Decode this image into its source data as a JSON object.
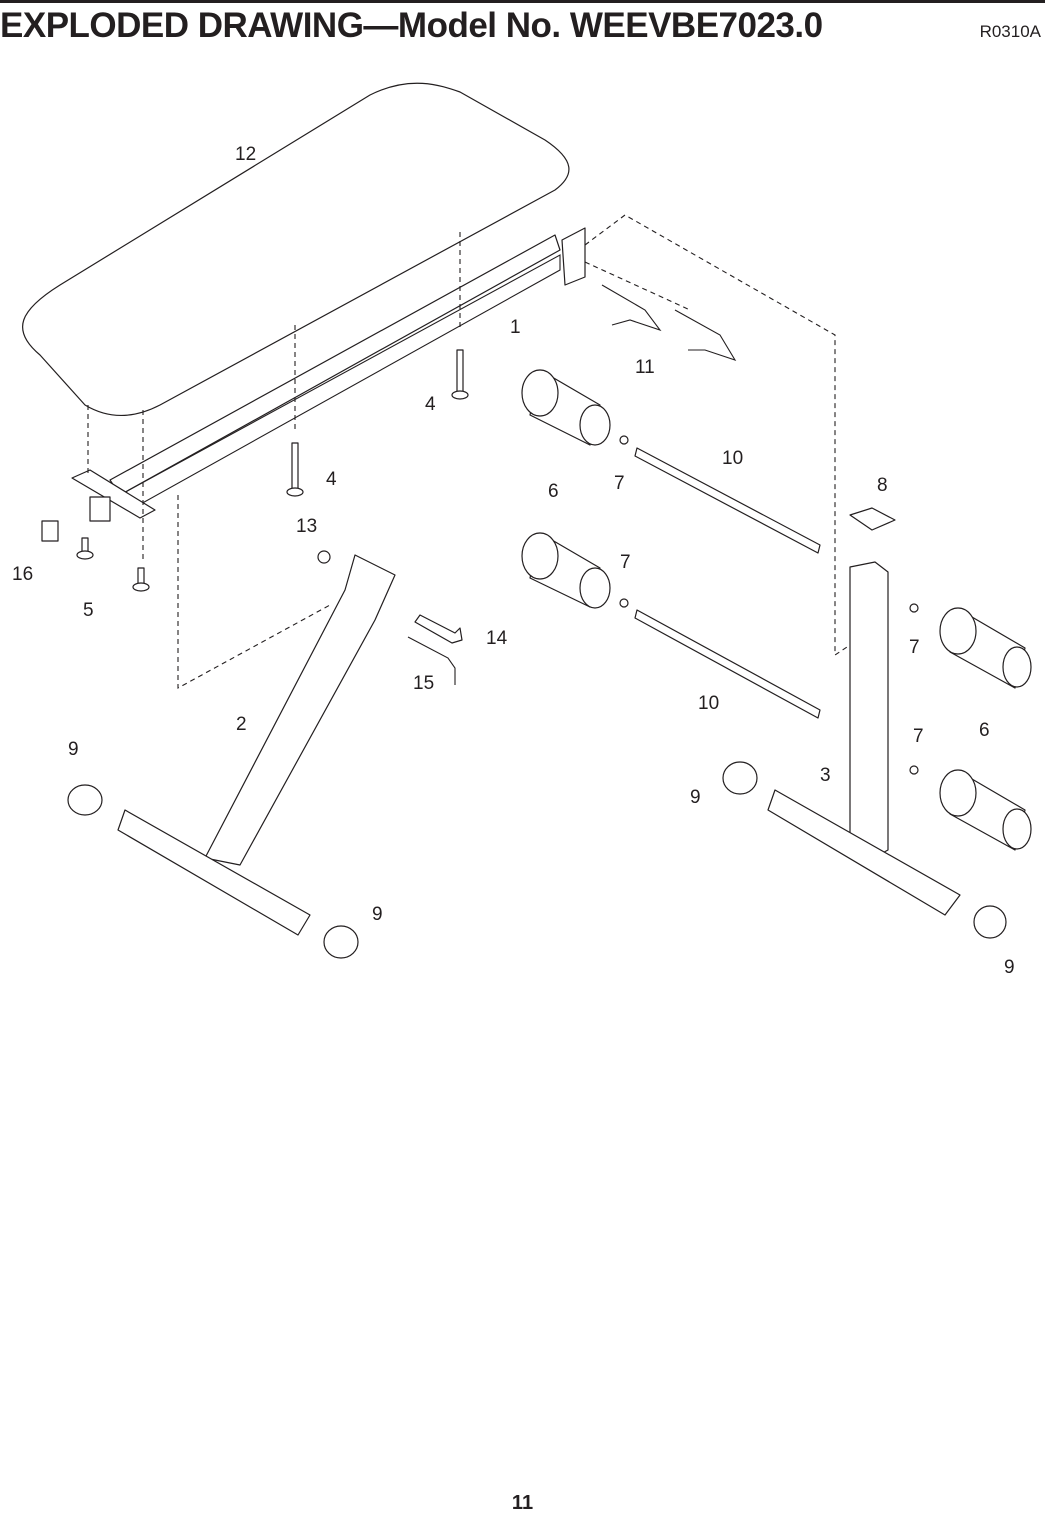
{
  "header": {
    "title": "EXPLODED DRAWING—Model No. WEEVBE7023.0",
    "revision": "R0310A"
  },
  "footer": {
    "page_number": "11"
  },
  "drawing": {
    "part_labels": [
      {
        "id": "1",
        "part": "seat-frame"
      },
      {
        "id": "2",
        "part": "rear-leg"
      },
      {
        "id": "3",
        "part": "front-leg"
      },
      {
        "id": "4",
        "part": "seat-bolt"
      },
      {
        "id": "4",
        "part": "seat-bolt"
      },
      {
        "id": "5",
        "part": "frame-bolt"
      },
      {
        "id": "6",
        "part": "foam-pad"
      },
      {
        "id": "6",
        "part": "foam-pad"
      },
      {
        "id": "7",
        "part": "foam-end-cap"
      },
      {
        "id": "7",
        "part": "foam-end-cap"
      },
      {
        "id": "7",
        "part": "foam-end-cap"
      },
      {
        "id": "7",
        "part": "foam-end-cap"
      },
      {
        "id": "8",
        "part": "square-inner-cap"
      },
      {
        "id": "9",
        "part": "end-cap"
      },
      {
        "id": "9",
        "part": "end-cap"
      },
      {
        "id": "9",
        "part": "end-cap"
      },
      {
        "id": "9",
        "part": "end-cap"
      },
      {
        "id": "10",
        "part": "foam-tube"
      },
      {
        "id": "10",
        "part": "foam-tube"
      },
      {
        "id": "11",
        "part": "hook"
      },
      {
        "id": "12",
        "part": "seat"
      },
      {
        "id": "13",
        "part": "nut"
      },
      {
        "id": "14",
        "part": "bolt"
      },
      {
        "id": "15",
        "part": "hex-key"
      },
      {
        "id": "16",
        "part": "square-end-cap"
      }
    ]
  }
}
